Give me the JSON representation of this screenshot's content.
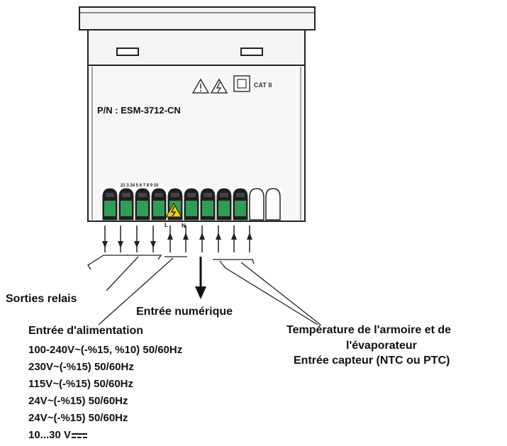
{
  "device": {
    "part_number": "P/N : ESM-3712-CN",
    "category": "CAT II",
    "terminal_numbers": "21 3 34 5 6 7 8 9 10",
    "live_label": "L",
    "neutral_label": "N"
  },
  "labels": {
    "relay_outputs": "Sorties relais",
    "digital_input": "Entrée numérique",
    "power_input_title": "Entrée d'alimentation",
    "sensor_title_line1": "Température de l'armoire et de",
    "sensor_title_line2": "l'évaporateur",
    "sensor_type": "Entrée capteur (NTC ou PTC)"
  },
  "power_supply_options": [
    "100-240V~(-%15, %10) 50/60Hz",
    "230V~(-%15) 50/60Hz",
    "115V~(-%15) 50/60Hz",
    "24V~(-%15) 50/60Hz",
    "24V~(-%15) 50/60Hz",
    "10...30 V"
  ],
  "colors": {
    "outline": "#222222",
    "case_fill": "#f4f4f4",
    "terminal_green": "#2e9e56",
    "terminal_dark": "#1e1e1e",
    "warning_yellow": "#f0d000"
  }
}
